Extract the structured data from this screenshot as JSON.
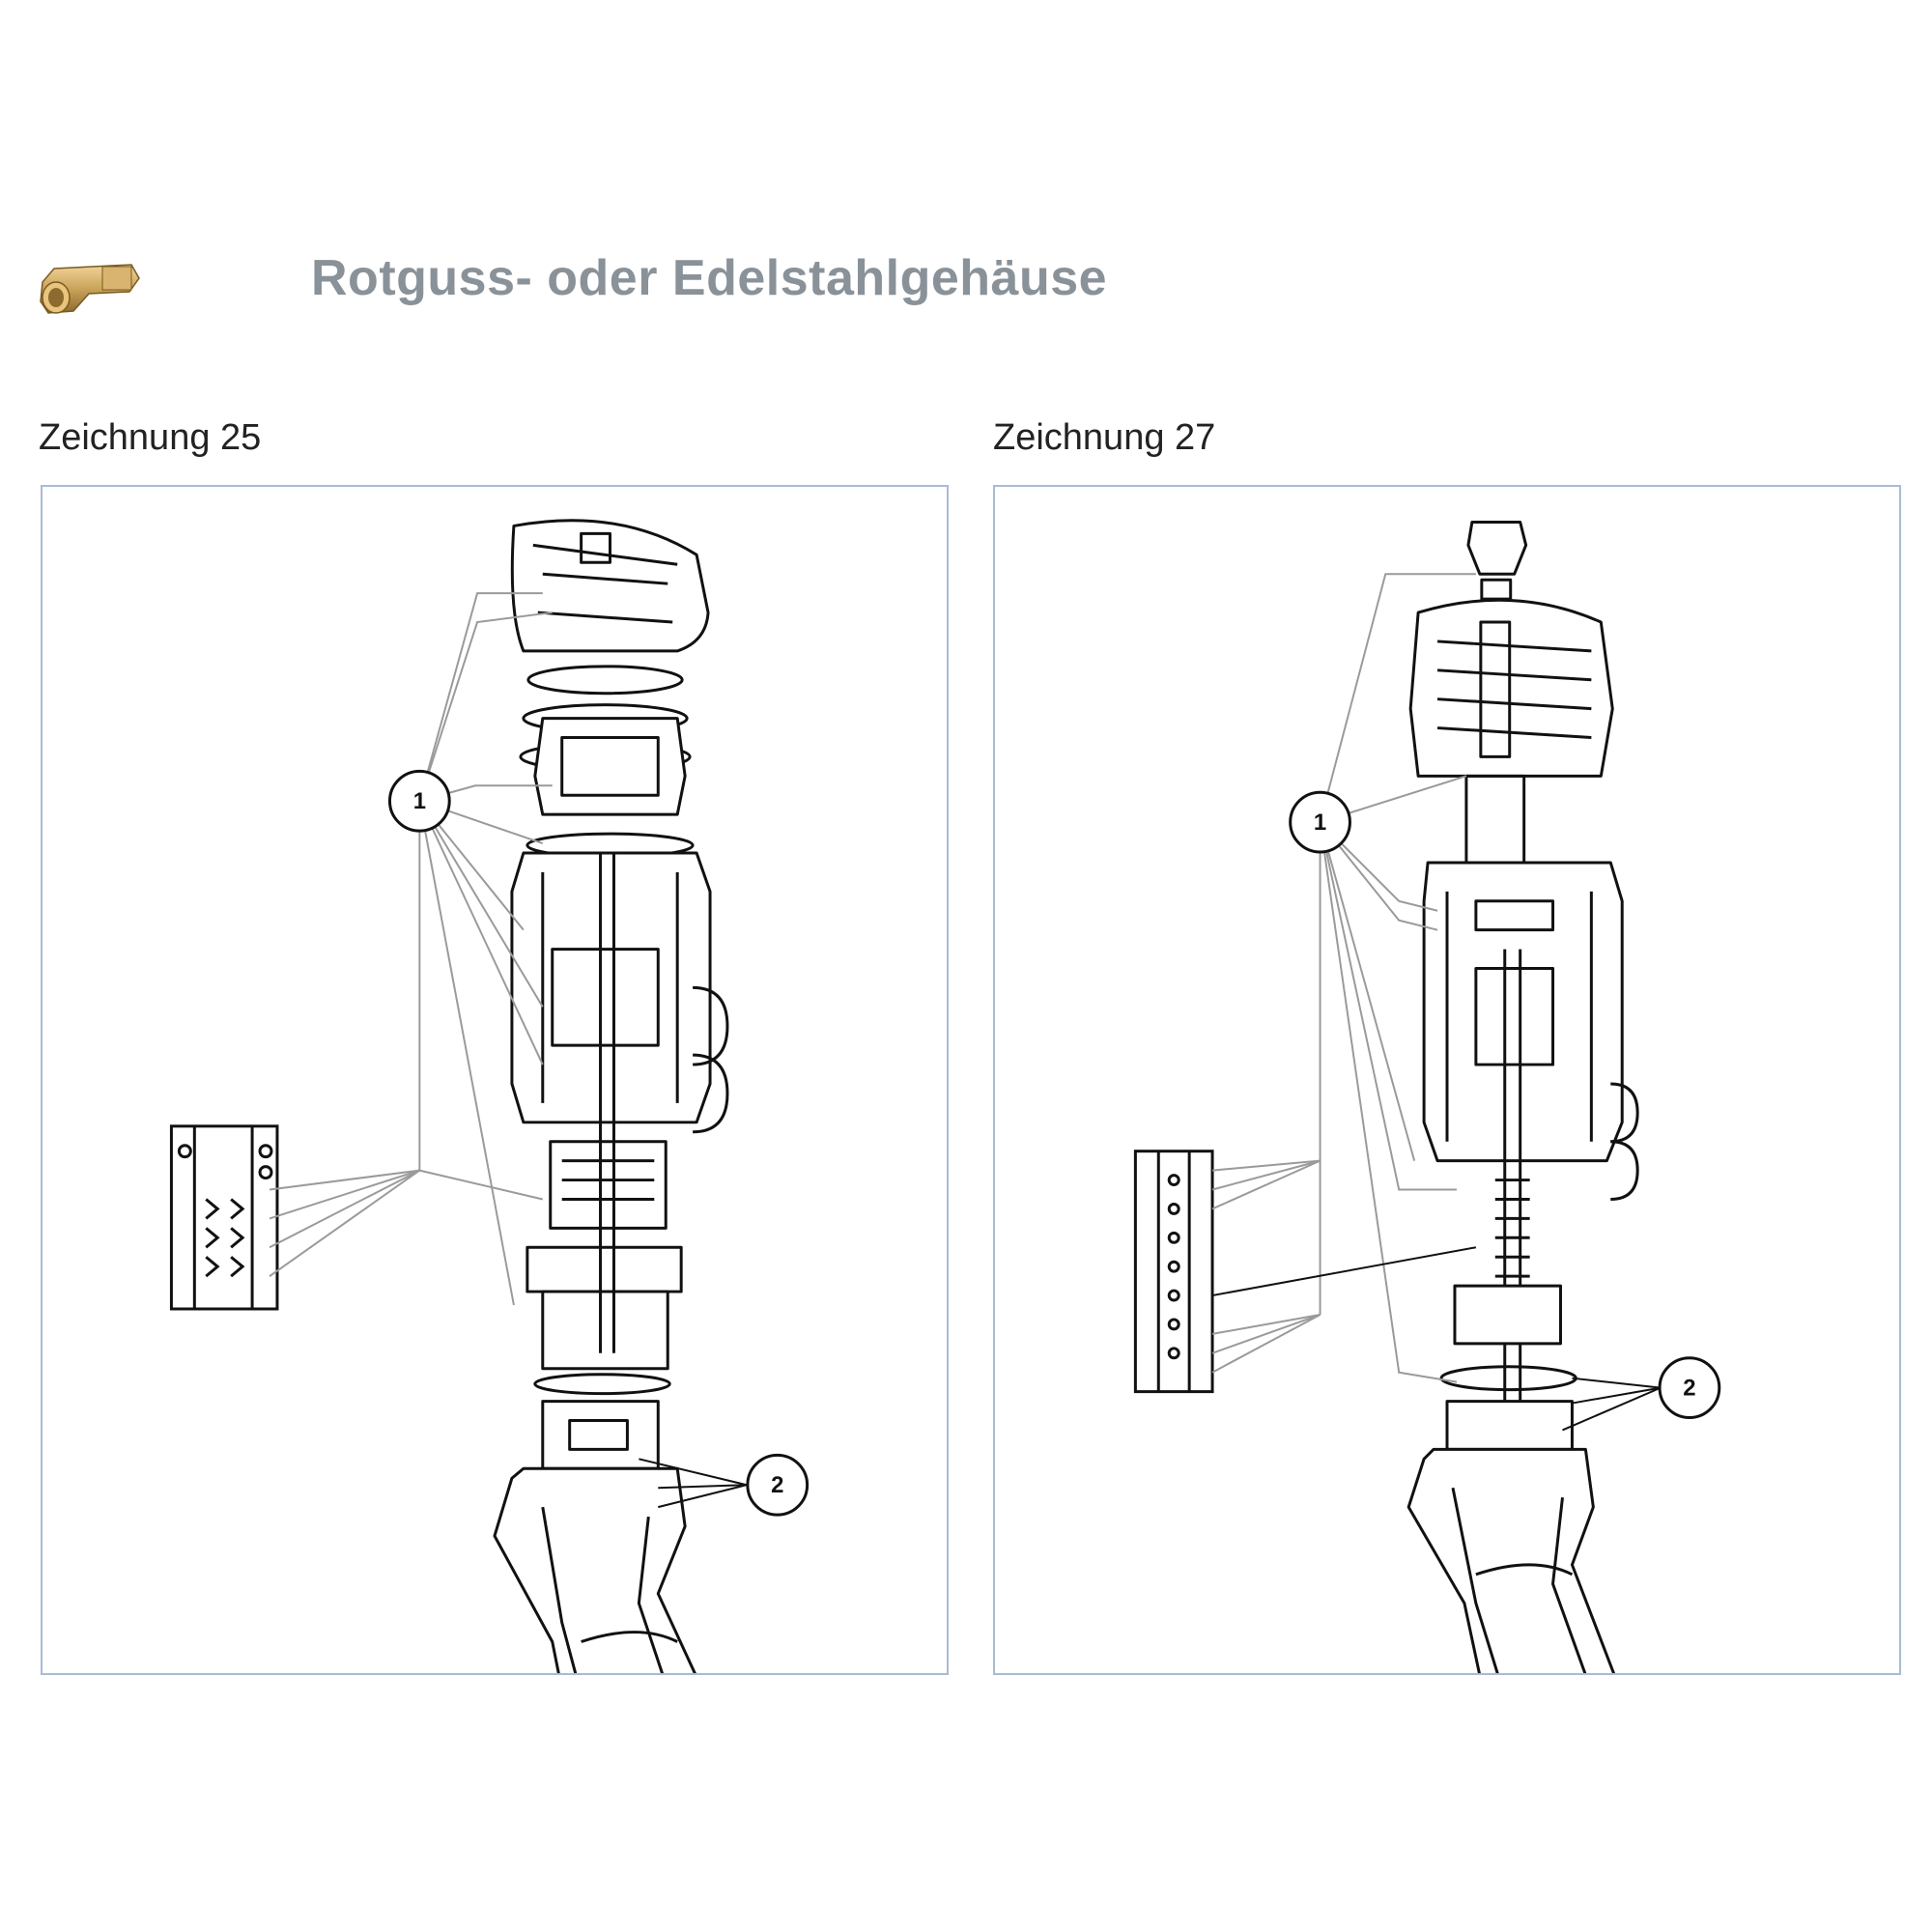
{
  "header": {
    "title": "Rotguss- oder Edelstahlgehäuse",
    "icon": "brass-valve-body-icon",
    "icon_color": "#c9a35a"
  },
  "figures": [
    {
      "caption": "Zeichnung 25",
      "callouts": [
        "1",
        "2"
      ]
    },
    {
      "caption": "Zeichnung 27",
      "callouts": [
        "1",
        "2"
      ]
    }
  ],
  "colors": {
    "title": "#8a9299",
    "frame": "#a8bcd3",
    "line": "#111111",
    "leader": "#9a9a9a"
  }
}
